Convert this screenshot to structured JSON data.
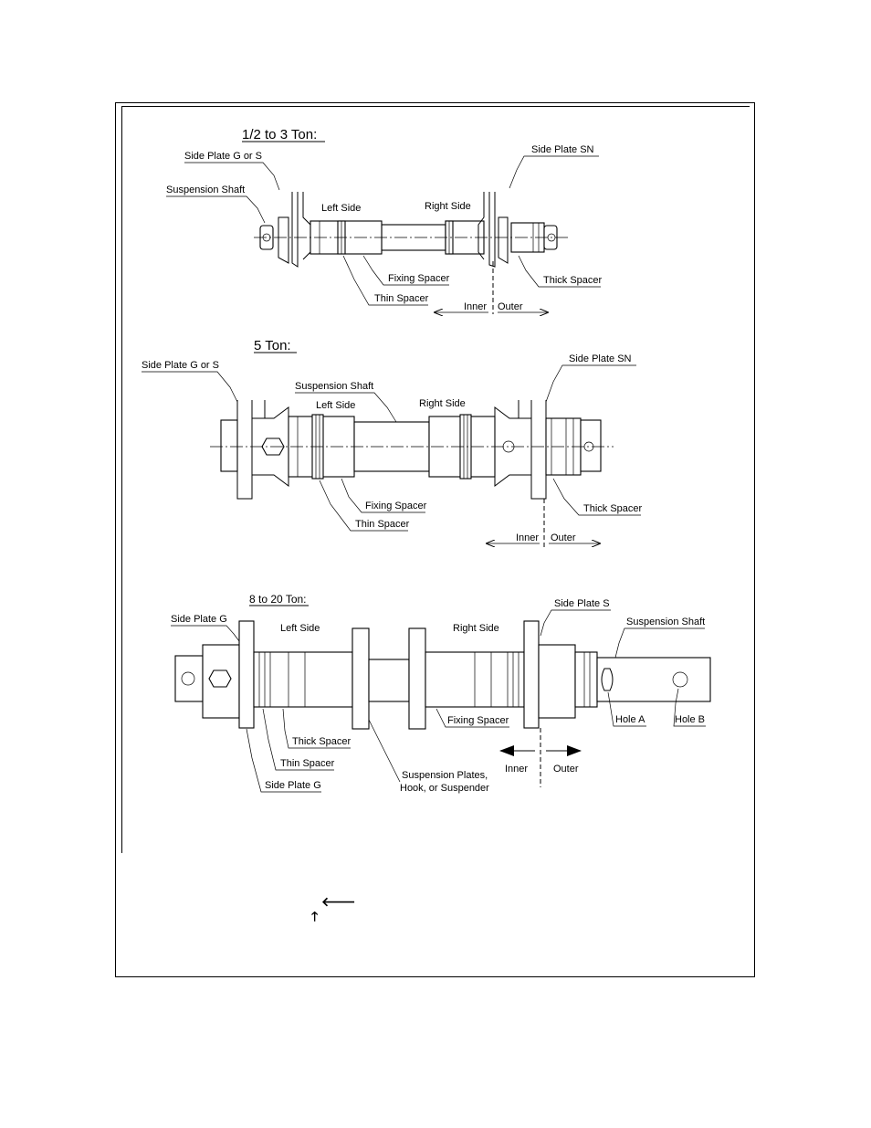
{
  "section_1": {
    "title": "1/2 to 3 Ton:",
    "side_plate_g_or_s": "Side Plate G or S",
    "side_plate_sn": "Side Plate SN",
    "suspension_shaft": "Suspension Shaft",
    "left_side": "Left Side",
    "right_side": "Right Side",
    "fixing_spacer": "Fixing Spacer",
    "thick_spacer": "Thick Spacer",
    "thin_spacer": "Thin Spacer",
    "inner": "Inner",
    "outer": "Outer"
  },
  "section_2": {
    "title": "5 Ton:",
    "side_plate_g_or_s": "Side Plate G or S",
    "side_plate_sn": "Side Plate SN",
    "suspension_shaft": "Suspension Shaft",
    "left_side": "Left Side",
    "right_side": "Right Side",
    "fixing_spacer": "Fixing Spacer",
    "thick_spacer": "Thick Spacer",
    "thin_spacer": "Thin Spacer",
    "inner": "Inner",
    "outer": "Outer"
  },
  "section_3": {
    "title": "8 to 20 Ton:",
    "side_plate_g_top": "Side Plate G",
    "side_plate_s": "Side Plate S",
    "suspension_shaft": "Suspension Shaft",
    "left_side": "Left Side",
    "right_side": "Right Side",
    "fixing_spacer": "Fixing Spacer",
    "thick_spacer": "Thick Spacer",
    "thin_spacer": "Thin Spacer",
    "side_plate_g_bottom": "Side Plate G",
    "suspension_plates_line1": "Suspension Plates,",
    "suspension_plates_line2": "Hook, or Suspender",
    "hole_a": "Hole A",
    "hole_b": "Hole B",
    "inner": "Inner",
    "outer": "Outer"
  },
  "footer": {
    "arrow_left_glyph": "🡐",
    "arrow_up_glyph": "🡑"
  }
}
